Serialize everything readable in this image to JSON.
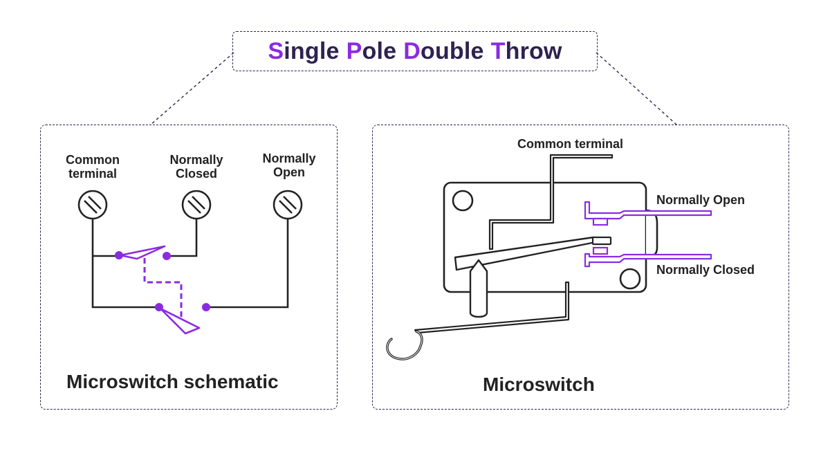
{
  "title": {
    "words": [
      {
        "first": "S",
        "rest": "ingle"
      },
      {
        "first": "P",
        "rest": "ole"
      },
      {
        "first": "D",
        "rest": "ouble"
      },
      {
        "first": "T",
        "rest": "hrow"
      }
    ]
  },
  "schematic": {
    "caption": "Microswitch schematic",
    "labels": {
      "common_line1": "Common",
      "common_line2": "terminal",
      "nc_line1": "Normally",
      "nc_line2": "Closed",
      "no_line1": "Normally",
      "no_line2": "Open"
    }
  },
  "microswitch": {
    "caption": "Microswitch",
    "labels": {
      "common": "Common terminal",
      "normally_open": "Normally Open",
      "normally_closed": "Normally Closed"
    }
  },
  "colors": {
    "accent": "#8a2be2",
    "line": "#222222",
    "border": "#2e2250"
  }
}
